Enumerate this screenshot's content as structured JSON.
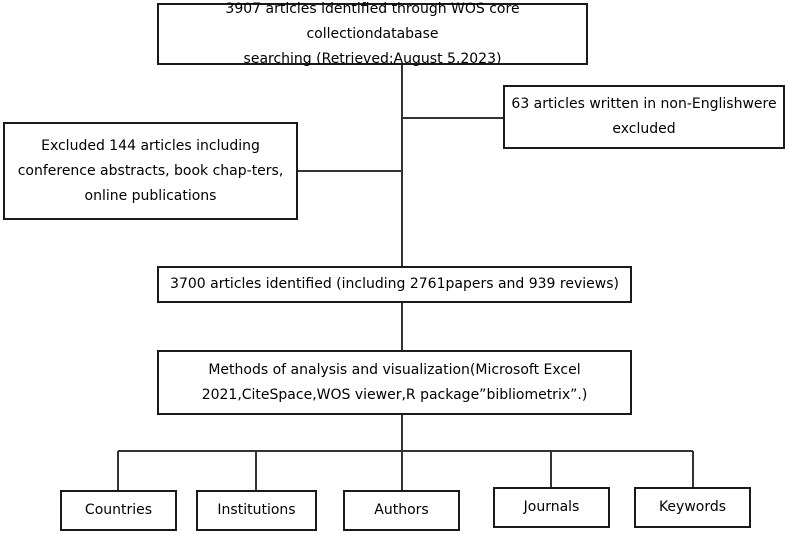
{
  "flowchart": {
    "identified": {
      "line1": "3907 articles identified through WOS core collectiondatabase",
      "line2": "searching (Retrieved:August 5,2023)"
    },
    "non_english": {
      "line1": "63 articles written in non-Englishwere",
      "line2": "excluded"
    },
    "excluded_types": {
      "line1": "Excluded 144 articles including",
      "line2": "conference abstracts, book chap-ters,",
      "line3": "online publications"
    },
    "screened": {
      "line1": "3700 articles identified (including 2761papers and 939 reviews)"
    },
    "methods": {
      "line1": "Methods of analysis and visualization(Microsoft Excel",
      "line2": "2021,CiteSpace,WOS viewer,R package”bibliometrix”.)"
    },
    "outputs": [
      "Countries",
      "Institutions",
      "Authors",
      "Journals",
      "Keywords"
    ]
  }
}
